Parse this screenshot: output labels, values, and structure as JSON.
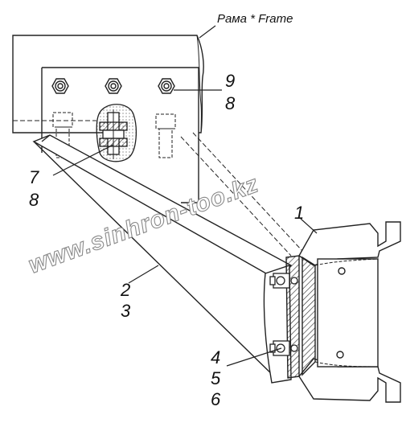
{
  "caption": {
    "frame": "Рама * Frame"
  },
  "watermark": "www.sinhron-too.kz",
  "callouts": {
    "c1": "1",
    "c2": "2",
    "c3": "3",
    "c4": "4",
    "c5": "5",
    "c6": "6",
    "c7": "7",
    "c8a": "8",
    "c9": "9",
    "c8b": "8"
  }
}
